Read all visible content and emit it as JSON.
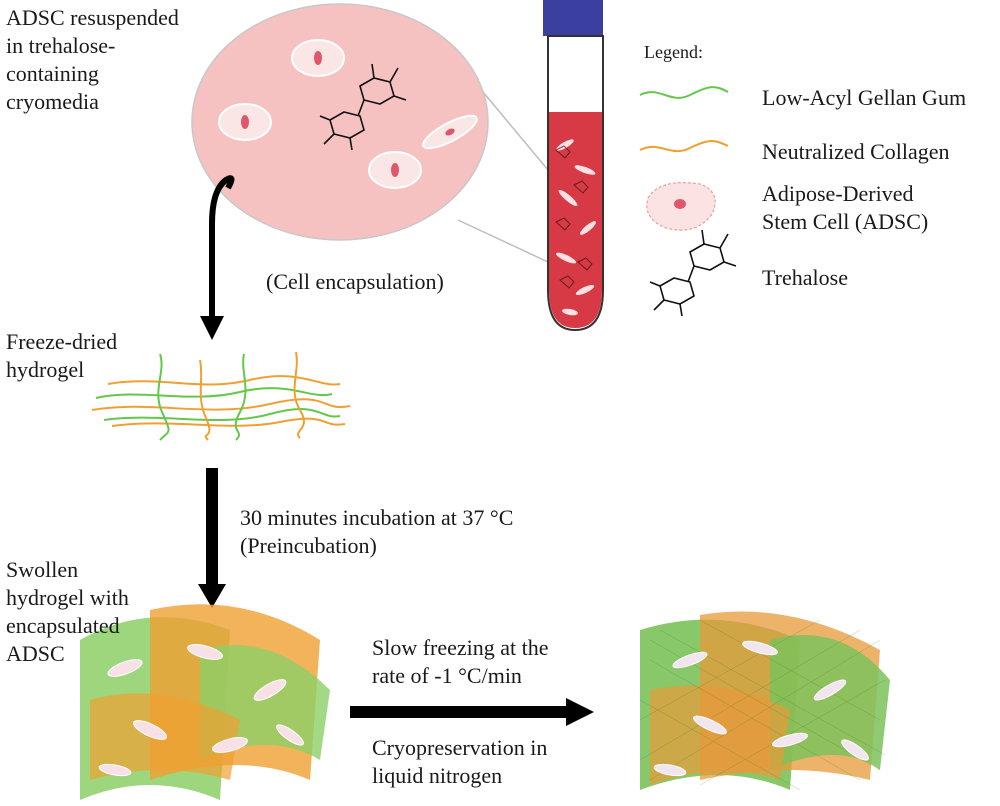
{
  "labels": {
    "adsc_resuspended": "ADSC resuspended in trehalose-containing cryomedia",
    "cell_encapsulation": "(Cell encapsulation)",
    "freeze_dried": "Freeze-dried hydrogel",
    "incubation_line1": "30 minutes incubation at 37 °C",
    "incubation_line2": "(Preincubation)",
    "swollen": "Swollen hydrogel with encapsulated ADSC",
    "slow_freezing": "Slow freezing at the rate of -1 °C/min",
    "cryopreservation": "Cryopreservation in liquid nitrogen"
  },
  "legend": {
    "title": "Legend:",
    "items": [
      {
        "label": "Low-Acyl Gellan Gum",
        "color": "#63c84a",
        "icon": "green-fiber"
      },
      {
        "label": "Neutralized Collagen",
        "color": "#f0a032",
        "icon": "orange-fiber"
      },
      {
        "label": "Adipose-Derived Stem Cell (ADSC)",
        "color": "#f4c7c7",
        "icon": "cell"
      },
      {
        "label": "Trehalose",
        "color": "#000000",
        "icon": "molecule"
      }
    ]
  },
  "colors": {
    "cryomedia_pink": "#f6c1c1",
    "tube_red": "#d83a45",
    "tube_cap": "#3a3fa0",
    "gellan_green": "#63c84a",
    "collagen_orange": "#f0a032",
    "arrow": "#000000"
  }
}
